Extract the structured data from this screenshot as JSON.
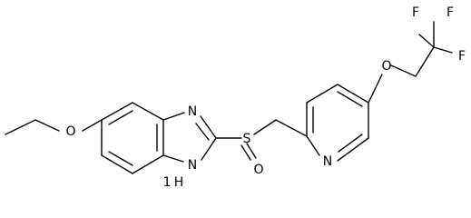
{
  "labels": {
    "o_ethoxy": "O",
    "n_imidazole": "N",
    "nh_imidazole": "N",
    "nh_hydrogen": "H",
    "h_numeral": "1",
    "s_sulfinyl": "S",
    "o_sulfinyl": "O",
    "n_pyridine": "N",
    "o_trifluoroethoxy": "O",
    "f1": "F",
    "f2": "F",
    "f3": "F"
  },
  "colors": {
    "bond": "#000000",
    "text": "#000000",
    "background": "#ffffff"
  }
}
